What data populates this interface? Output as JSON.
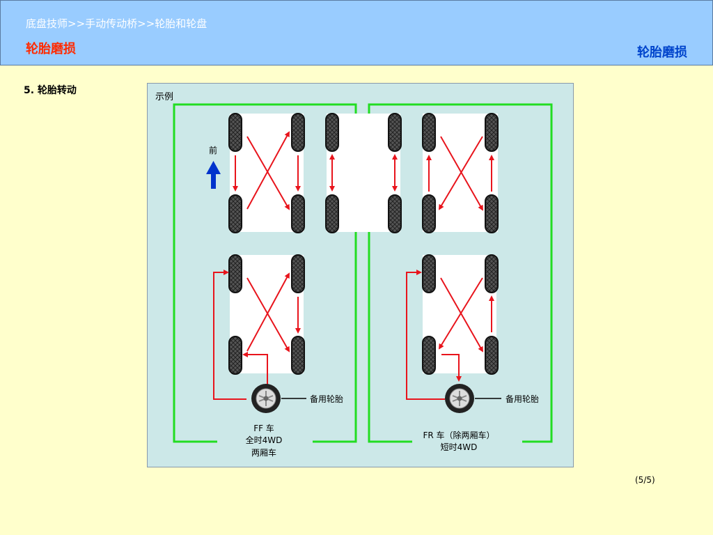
{
  "header": {
    "breadcrumb": "底盘技师>>手动传动桥>>轮胎和轮盘",
    "title_left": "轮胎磨损",
    "title_right": "轮胎磨损"
  },
  "section_title": "5. 轮胎转动",
  "diagram": {
    "example_label": "示例",
    "front_label": "前",
    "spare_label_left": "备用轮胎",
    "spare_label_right": "备用轮胎",
    "ff_caption": [
      "FF 车",
      "全时4WD",
      "两厢车"
    ],
    "fr_caption": [
      "FR 车（除两厢车）",
      "短时4WD"
    ]
  },
  "page_number": "(5/5)",
  "colors": {
    "header_bg": "#99ccff",
    "page_bg": "#ffffcc",
    "panel_bg": "#cce8e8",
    "arrow": "#e8141c",
    "group_border": "#22dd22",
    "front_arrow": "#0033cc",
    "title_red": "#ff2a00",
    "title_blue": "#0044cc"
  }
}
